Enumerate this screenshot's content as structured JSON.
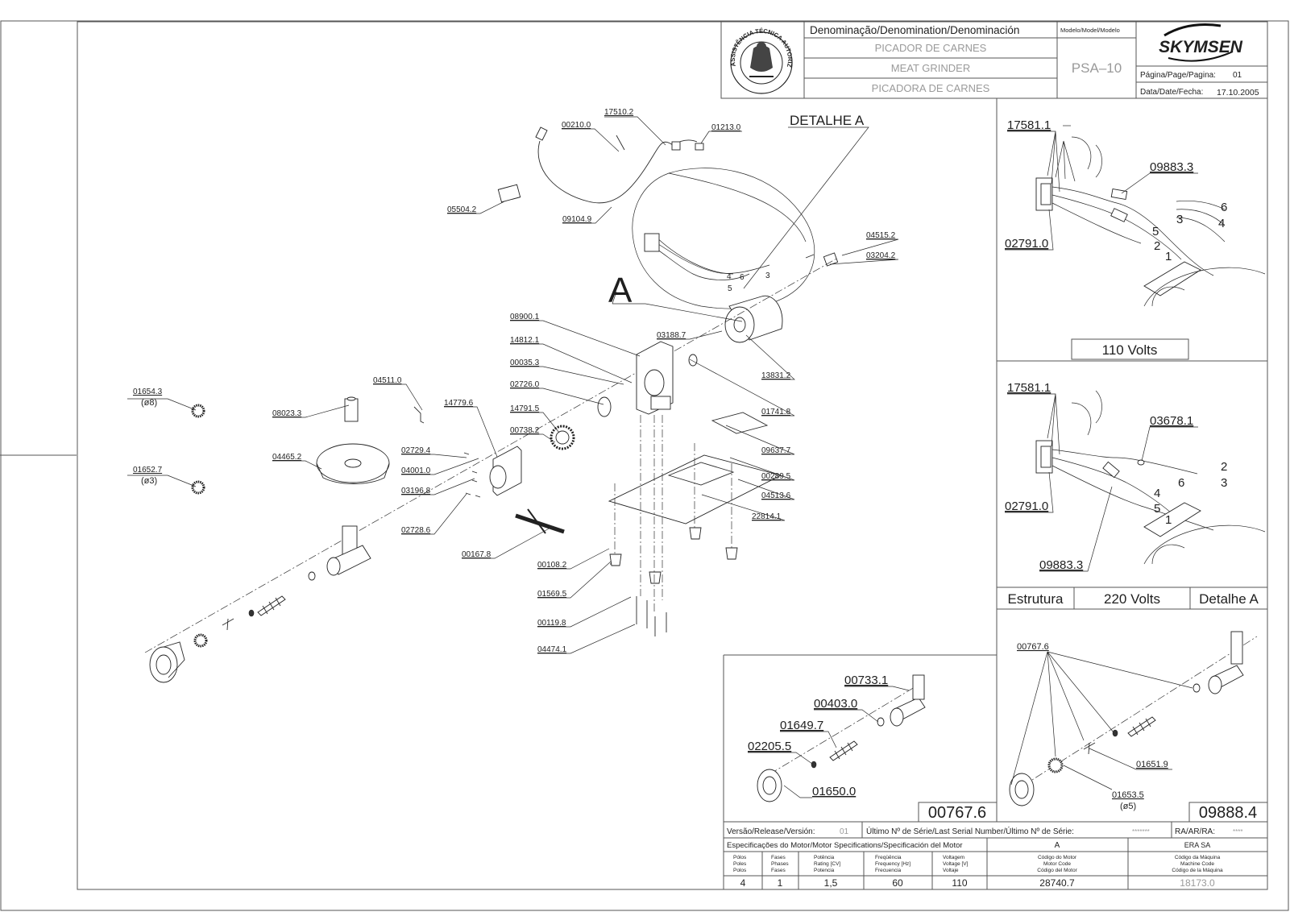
{
  "title_block": {
    "denomination_header": "Denominação/Denomination/Denominación",
    "name_pt": "PICADOR  DE  CARNES",
    "name_en": "MEAT    GRINDER",
    "name_es": "PICADORA  DE  CARNES",
    "model_header": "Modelo/Model/Modelo",
    "model": "PSA–10",
    "brand": "SKYMSEN",
    "page_label": "Página/Page/Pagina:",
    "page": "01",
    "date_label": "Data/Date/Fecha:",
    "date": "17.10.2005",
    "seal_text": "ASSISTÊNCIA TÉCNICA AUTORIZADA"
  },
  "main_labels": [
    {
      "id": "l1",
      "text": "00210.0"
    },
    {
      "id": "l2",
      "text": "17510.2"
    },
    {
      "id": "l3",
      "text": "01213.0"
    },
    {
      "id": "l4",
      "text": "05504.2"
    },
    {
      "id": "l5",
      "text": "09104.9"
    },
    {
      "id": "l6",
      "text": "04515.2"
    },
    {
      "id": "l7",
      "text": "03204.2"
    },
    {
      "id": "l8",
      "text": "08900.1"
    },
    {
      "id": "l9",
      "text": "03188.7"
    },
    {
      "id": "l10",
      "text": "14812.1"
    },
    {
      "id": "l11",
      "text": "00035.3"
    },
    {
      "id": "l12",
      "text": "13831.2"
    },
    {
      "id": "l13",
      "text": "02726.0"
    },
    {
      "id": "l14",
      "text": "01741.8"
    },
    {
      "id": "l15",
      "text": "14791.5"
    },
    {
      "id": "l16",
      "text": "04511.0"
    },
    {
      "id": "l17",
      "text": "14779.6"
    },
    {
      "id": "l18",
      "text": "00738.2"
    },
    {
      "id": "l19",
      "text": "09637.7"
    },
    {
      "id": "l20",
      "text": "08023.3"
    },
    {
      "id": "l21",
      "text": "01654.3"
    },
    {
      "id": "l22",
      "text": "(ø8)"
    },
    {
      "id": "l23",
      "text": "02729.4"
    },
    {
      "id": "l24",
      "text": "00289.5"
    },
    {
      "id": "l25",
      "text": "04465.2"
    },
    {
      "id": "l26",
      "text": "04001.0"
    },
    {
      "id": "l27",
      "text": "04513.6"
    },
    {
      "id": "l28",
      "text": "01652.7"
    },
    {
      "id": "l29",
      "text": "(ø3)"
    },
    {
      "id": "l30",
      "text": "03196.8"
    },
    {
      "id": "l31",
      "text": "22814.1"
    },
    {
      "id": "l32",
      "text": "02728.6"
    },
    {
      "id": "l33",
      "text": "00167.8"
    },
    {
      "id": "l34",
      "text": "00108.2"
    },
    {
      "id": "l35",
      "text": "01569.5"
    },
    {
      "id": "l36",
      "text": "00119.8"
    },
    {
      "id": "l37",
      "text": "04474.1"
    }
  ],
  "detail_a_label": "DETALHE  A",
  "view_a_letter": "A",
  "panel_110": {
    "label_switch": "17581.1",
    "label_cable": "09883.3",
    "label_box": "02791.0",
    "wires": [
      "6",
      "3",
      "4",
      "5",
      "2",
      "1"
    ],
    "caption": "110  Volts"
  },
  "panel_220": {
    "label_switch": "17581.1",
    "label_cap": "03678.1",
    "label_box": "02791.0",
    "label_cable": "09883.3",
    "wires": [
      "2",
      "6",
      "3",
      "4",
      "5",
      "1"
    ],
    "caption_left": "Estrutura",
    "caption_mid": "220  Volts",
    "caption_right": "Detalhe  A"
  },
  "panel_kit1": {
    "labels": [
      "00733.1",
      "00403.0",
      "01649.7",
      "02205.5",
      "01650.0"
    ],
    "code": "00767.6"
  },
  "panel_kit2": {
    "labels": [
      "00767.6",
      "01651.9",
      "01653.5",
      "(ø5)"
    ],
    "code": "09888.4"
  },
  "bottom_block": {
    "version_label": "Versão/Release/Versión:",
    "version": "01",
    "serial_label": "Último Nº de Série/Last Serial Number/Último Nº de Série:",
    "serial": "*******",
    "ra_label": "RA/AR/RA:",
    "ra": "****",
    "motor_spec_label": "Especificações do Motor/Motor Specifications/Specificación del Motor",
    "motor_code_letter": "A",
    "maker": "ERA SA",
    "headers": [
      [
        "Pólos",
        "Poles",
        "Polos"
      ],
      [
        "Fases",
        "Phases",
        "Fases"
      ],
      [
        "Potência",
        "Rating [CV]",
        "Potencia"
      ],
      [
        "Freqüência",
        "Frequency [Hz]",
        "Frecuencia"
      ],
      [
        "Voltagem",
        "Voltage [V]",
        "Voltaje"
      ],
      [
        "Código do Motor",
        "Motor Code",
        "Código del Motor"
      ],
      [
        "Código da Máquina",
        "Machine Code",
        "Código de la Máquina"
      ]
    ],
    "values": [
      "4",
      "1",
      "1,5",
      "60",
      "110",
      "28740.7",
      "18173.0"
    ]
  }
}
